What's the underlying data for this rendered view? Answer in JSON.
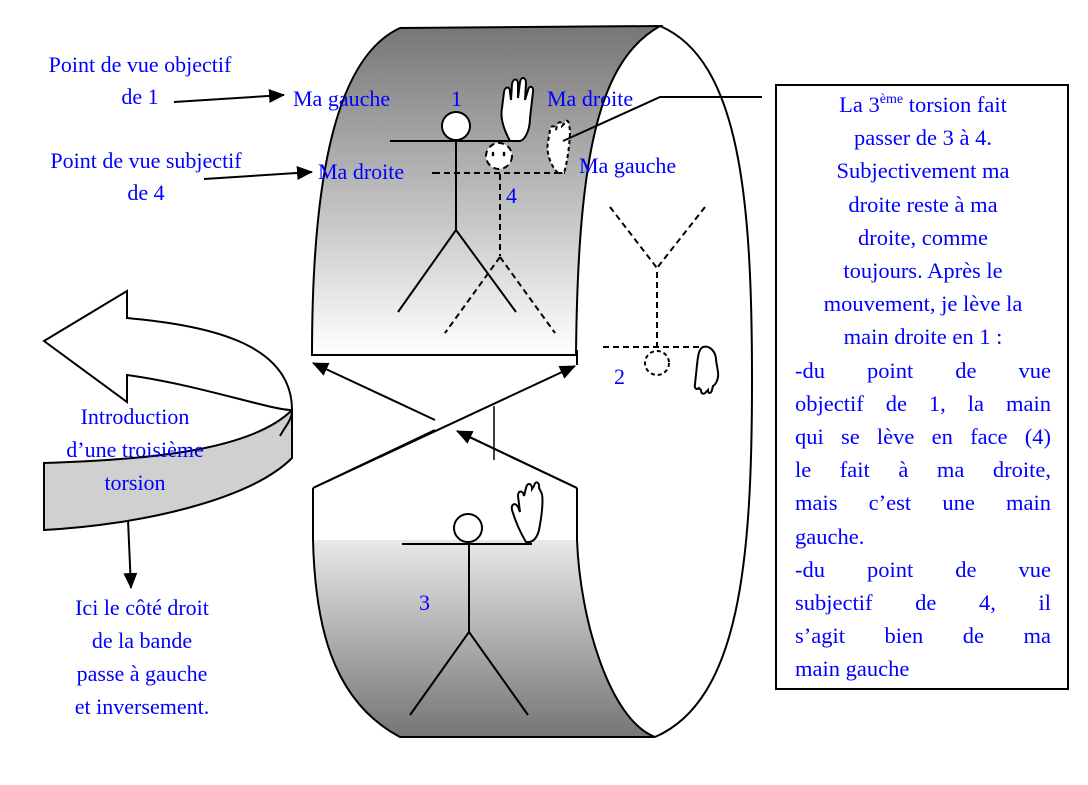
{
  "left_labels": {
    "objective_view": [
      "Point de vue objectif",
      "de 1"
    ],
    "subjective_view": [
      "Point de vue subjectif",
      "de 4"
    ]
  },
  "band_labels": {
    "ma_gauche_top": "Ma gauche",
    "figure_1": "1",
    "ma_droite_top": "Ma droite",
    "ma_droite_mid": "Ma droite",
    "ma_gauche_mid": "Ma gauche",
    "figure_4": "4",
    "figure_2": "2",
    "figure_3": "3"
  },
  "twist_arrow": {
    "label": [
      "Introduction",
      "d’une troisième",
      "torsion"
    ],
    "fill_color": "#d0d0d0"
  },
  "bottom_note": [
    "Ici le côté droit",
    "de la bande",
    "passe à gauche",
    "et inversement."
  ],
  "explanation": {
    "line1_pre": "La 3",
    "line1_sup": "ème",
    "line1_post": " torsion fait",
    "centered_lines": [
      "passer de 3 à 4.",
      "Subjectivement ma",
      "droite reste à ma",
      "droite, comme",
      "toujours. Après le",
      "mouvement, je lève la",
      "main droite en 1 :"
    ],
    "justified_lines": [
      "-du point de vue",
      "objectif de 1, la main",
      "qui se lève en face (4)",
      "le fait à ma droite,",
      "mais c’est une main"
    ],
    "left_line_1": "gauche.",
    "justified_lines_2": [
      "-du point de vue",
      "subjectif de 4, il",
      "s’agit bien de ma"
    ],
    "left_line_2": "main gauche"
  },
  "colors": {
    "text": "#0000ff",
    "band_dark": "#7a7a7a",
    "band_light": "#f4f4f4",
    "stroke": "#000000"
  }
}
